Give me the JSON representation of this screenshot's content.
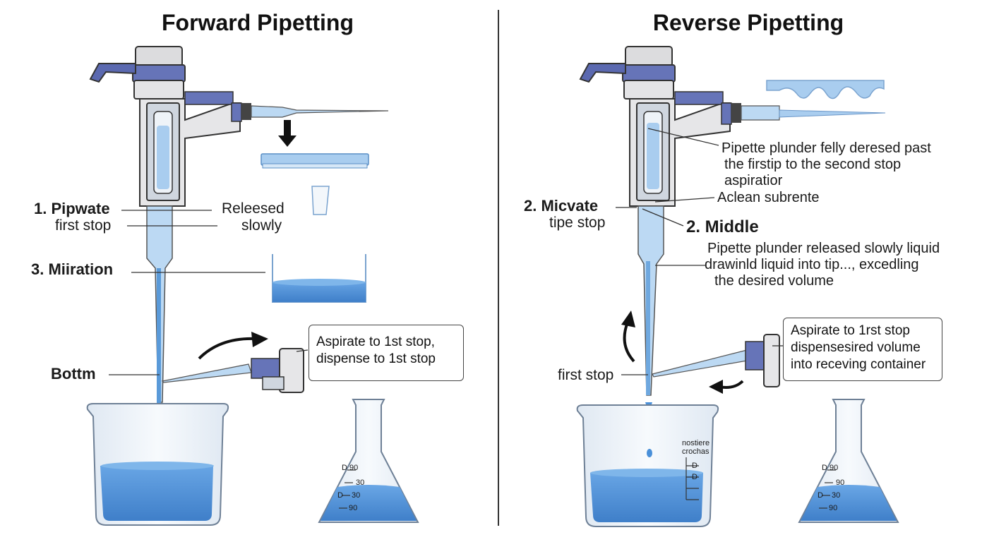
{
  "left_panel": {
    "title": "Forward Pipetting",
    "labels": {
      "step1_a": "1. Pipwate",
      "step1_b": "first stop",
      "released_a": "Releesed",
      "released_b": "slowly",
      "step3": "3. Miiration",
      "bottom": "Bottm"
    },
    "callout": {
      "line1": "Aspirate to 1st stop,",
      "line2": "dispense to 1st stop"
    },
    "flask_marks": [
      "D 90",
      "30",
      "D",
      "30",
      "90"
    ]
  },
  "right_panel": {
    "title": "Reverse Pipetting",
    "labels": {
      "desc1_a": "Pipette plunder felly deresed past",
      "desc1_b": "the firstip to the second stop",
      "desc1_c": "aspiratior",
      "aclean": "Aclean subrente",
      "step2_a": "2. Micvate",
      "step2_b": "tipe stop",
      "middle": "2. Middle",
      "desc2_a": "Pipette plunder released slowly liquid",
      "desc2_b": "drawinld liquid into tip..., excedling",
      "desc2_c": "the desired volume",
      "first_stop": "first stop"
    },
    "callout": {
      "line1": "Aspirate to 1rst stop",
      "line2": "dispensesired volume",
      "line3": "into receving container"
    },
    "beaker_text": {
      "line1": "nostiere",
      "line2": "crochas",
      "mark1": "D",
      "mark2": "D"
    },
    "flask_marks": [
      "D 90",
      "90",
      "D",
      "30",
      "90"
    ]
  },
  "colors": {
    "liquid": "#4a90d9",
    "liquid_light": "#a9cdef",
    "pipette_body": "#e8e8ea",
    "accent": "#5a6db0",
    "line": "#333333"
  }
}
